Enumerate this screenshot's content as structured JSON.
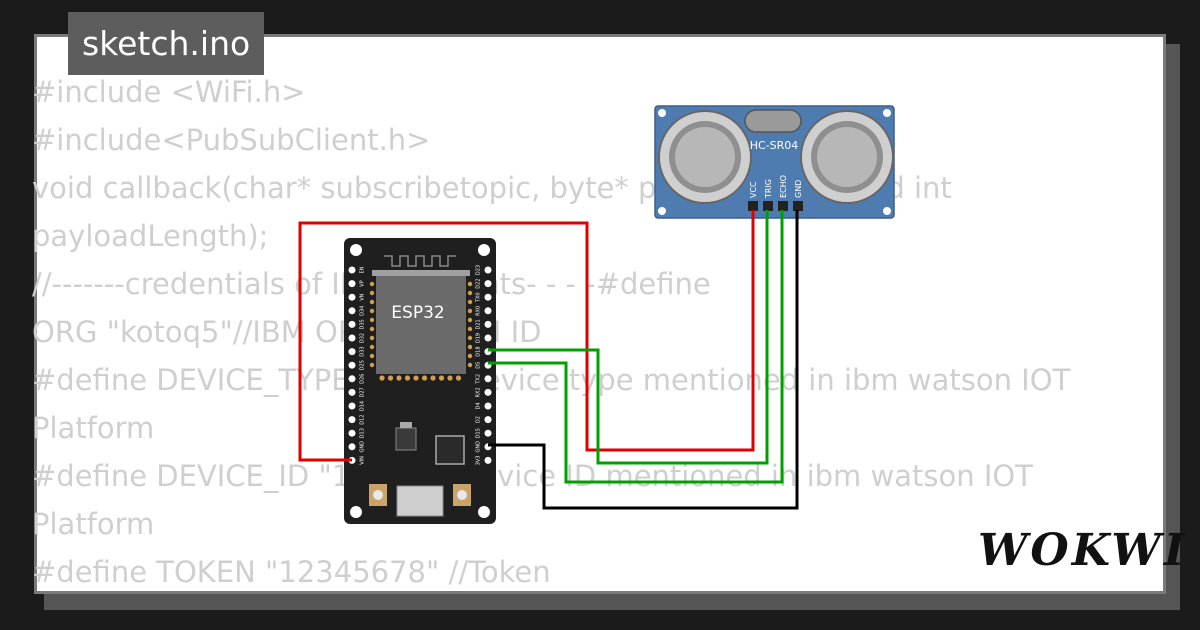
{
  "title": "sketch.ino",
  "brand": "WOKWI",
  "code_lines": [
    "#include <WiFi.h>",
    "#include<PubSubClient.h>",
    "void callback(char* subscribetopic, byte* payload, unsigned int",
    "payloadLength);",
    "//-------credentials of IBM Accounts- - - -#define",
    "ORG \"kotoq5\"//IBM ORGANITION ID",
    "#define DEVICE_TYPE \"123\"//Device type mentioned in ibm watson IOT",
    "Platform",
    "#define DEVICE_ID \"12345\"//Device ID mentioned in ibm watson IOT",
    "Platform",
    "#define TOKEN \"12345678\" //Token"
  ],
  "esp32": {
    "chip_label": "ESP32",
    "left_pins": [
      "EN",
      "VP",
      "VN",
      "D34",
      "D35",
      "D32",
      "D33",
      "D25",
      "D26",
      "D27",
      "D14",
      "D12",
      "D13",
      "GND",
      "VIN"
    ],
    "right_pins": [
      "D23",
      "D22",
      "TX0",
      "RX0",
      "D21",
      "D19",
      "D18",
      "D5",
      "TX2",
      "RX2",
      "D4",
      "D2",
      "D15",
      "GND",
      "3V3"
    ]
  },
  "sensor": {
    "label": "HC-SR04",
    "pins": [
      "VCC",
      "TRIG",
      "ECHO",
      "GND"
    ]
  },
  "colors": {
    "wire_red": "#e00000",
    "wire_green": "#00a000",
    "wire_black": "#000000",
    "board": "#1f1f1f",
    "chip": "#5b5b5b",
    "sensor_pcb": "#4f7cb0"
  }
}
